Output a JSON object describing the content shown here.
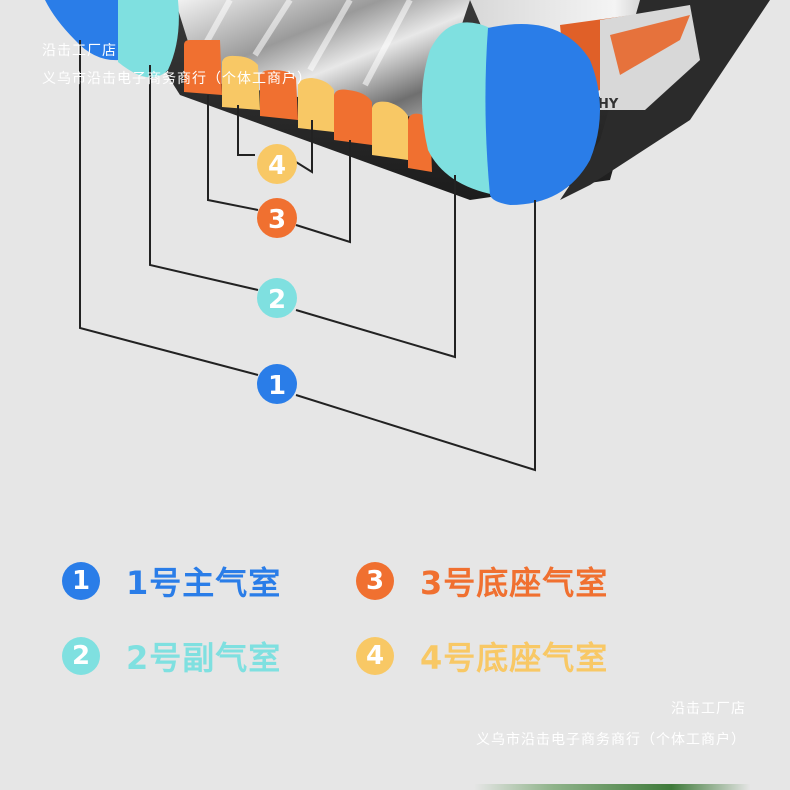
{
  "colors": {
    "chamber_1": "#2a7de8",
    "chamber_2": "#7fe0e0",
    "chamber_3": "#f07030",
    "chamber_4": "#f8c865",
    "background": "#e6e6e6"
  },
  "watermark": {
    "shop_name": "沿击工厂店",
    "company_name": "义乌市沿击电子商务商行（个体工商户）"
  },
  "product_text": {
    "side_label": "HY"
  },
  "callouts": [
    {
      "number": "4",
      "color": "#f8c865"
    },
    {
      "number": "3",
      "color": "#f07030"
    },
    {
      "number": "2",
      "color": "#7fe0e0"
    },
    {
      "number": "1",
      "color": "#2a7de8"
    }
  ],
  "legend": [
    {
      "number": "1",
      "label": "1号主气室",
      "color": "#2a7de8"
    },
    {
      "number": "3",
      "label": "3号底座气室",
      "color": "#f07030"
    },
    {
      "number": "2",
      "label": "2号副气室",
      "color": "#7fe0e0"
    },
    {
      "number": "4",
      "label": "4号底座气室",
      "color": "#f8c865"
    }
  ]
}
